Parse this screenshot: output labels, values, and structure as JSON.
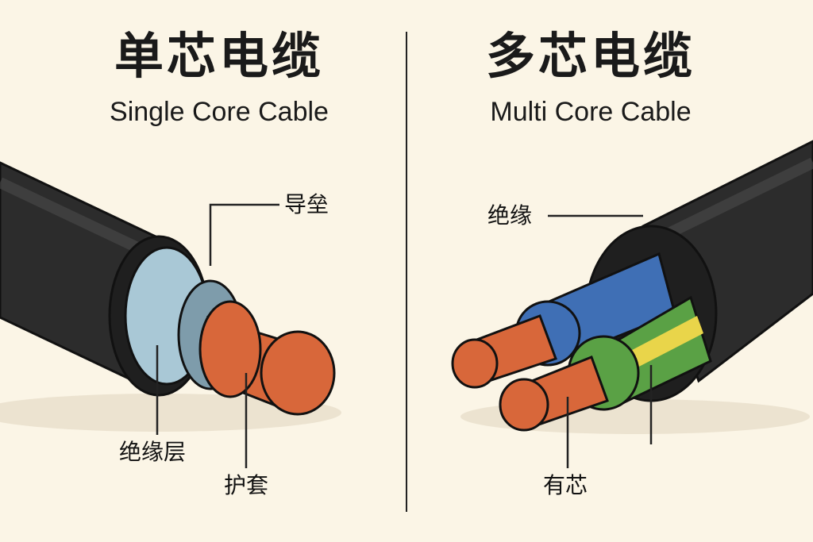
{
  "left": {
    "title": "单芯电缆",
    "subtitle": "Single Core Cable",
    "labels": {
      "conductor": "导垒",
      "insulation": "绝缘层",
      "sheath": "护套"
    }
  },
  "right": {
    "title": "多芯电缆",
    "subtitle": "Multi Core Cable",
    "labels": {
      "insulation": "绝缘",
      "core": "有芯"
    }
  },
  "colors": {
    "background": "#fbf5e6",
    "jacket": "#2b2b2b",
    "copper": "#d8673a",
    "light_blue": "#a9c8d6",
    "blue": "#3f6fb5",
    "green": "#5aa145",
    "yellow": "#e9d54a"
  }
}
